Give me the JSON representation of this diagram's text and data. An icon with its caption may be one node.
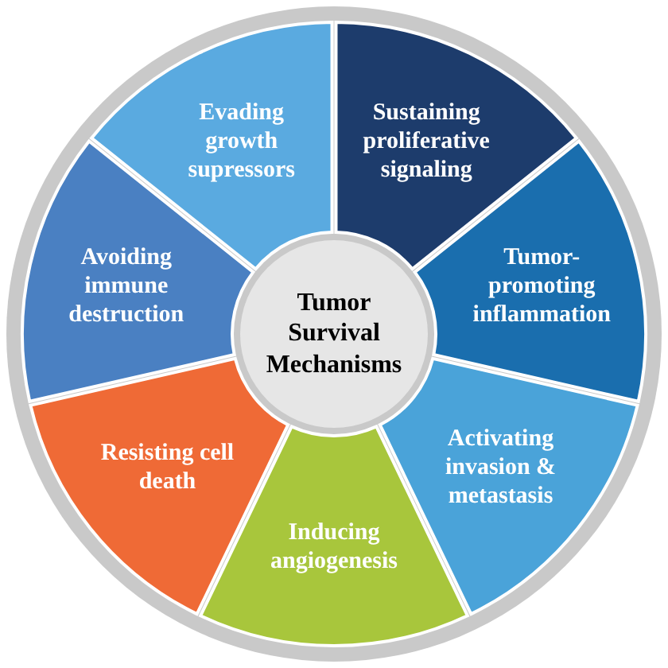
{
  "diagram": {
    "nodes": [
      {
        "text": [
          "Tumor Survival Mechanisms"
        ]
      },
      {
        "text": [
          "Sustaining proliferative signaling"
        ]
      },
      {
        "text": [
          "Tumor-promoting inflammation"
        ]
      },
      {
        "text": [
          "Activating invasion & metastasis"
        ]
      },
      {
        "text": [
          "Inducing angiogenesis"
        ]
      },
      {
        "text": [
          "Resisting cell death"
        ]
      },
      {
        "text": [
          "Avoiding immune destruction"
        ]
      },
      {
        "text": [
          "Evading growth supressors"
        ]
      }
    ]
  }
}
